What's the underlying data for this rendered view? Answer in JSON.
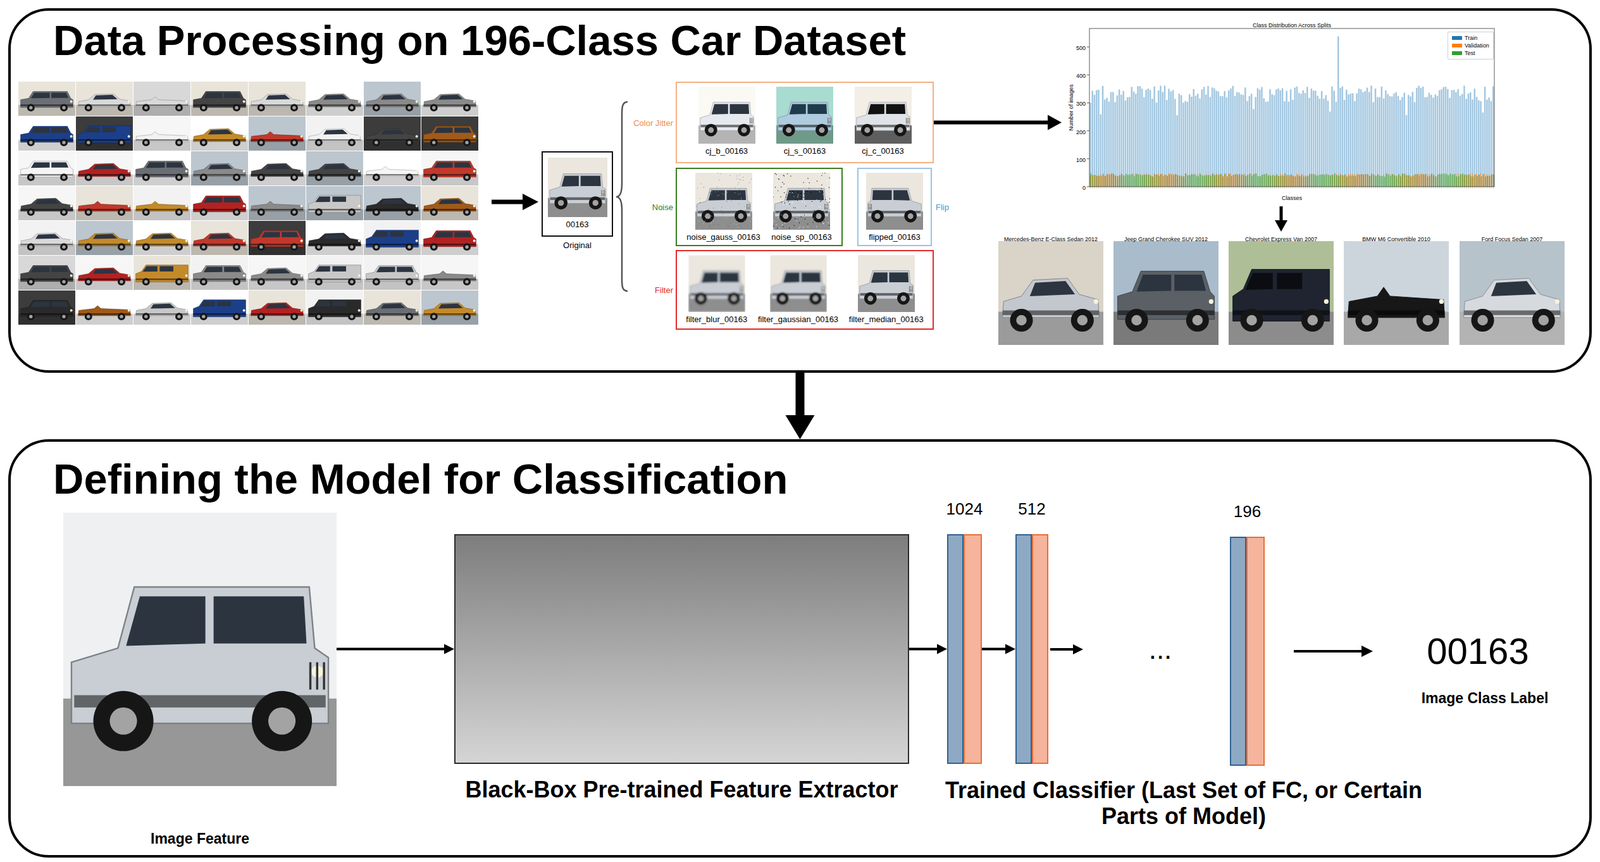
{
  "diagram": {
    "nodes": [
      {
        "text": [
          "Data Processing on 196-Class Car Dataset"
        ]
      },
      {
        "text": [
          "00163",
          "Original"
        ],
        "in": 0
      },
      {
        "text": [
          "Color Jitter"
        ],
        "in": 0
      },
      {
        "text": [
          "cj_b_00163"
        ],
        "in": 2
      },
      {
        "text": [
          "cj_s_00163"
        ],
        "in": 2
      },
      {
        "text": [
          "cj_c_00163"
        ],
        "in": 2
      },
      {
        "text": [
          "Noise"
        ],
        "in": 0
      },
      {
        "text": [
          "noise_gauss_00163"
        ],
        "in": 6
      },
      {
        "text": [
          "noise_sp_00163"
        ],
        "in": 6
      },
      {
        "text": [
          "Flip"
        ],
        "in": 0
      },
      {
        "text": [
          "flipped_00163"
        ],
        "in": 9
      },
      {
        "text": [
          "Filter"
        ],
        "in": 0
      },
      {
        "text": [
          "filter_blur_00163"
        ],
        "in": 11
      },
      {
        "text": [
          "filter_gaussian_00163"
        ],
        "in": 11
      },
      {
        "text": [
          "filter_median_00163"
        ],
        "in": 11
      },
      {
        "text": [
          "Class Distribution Across Splits"
        ],
        "in": 0
      },
      {
        "text": [
          "Mercedes-Benz E-Class Sedan 2012"
        ],
        "in": 0
      },
      {
        "text": [
          "Jeep Grand Cherokee SUV 2012"
        ],
        "in": 0
      },
      {
        "text": [
          "Chevrolet Express Van 2007"
        ],
        "in": 0
      },
      {
        "text": [
          "BMW M6 Convertible 2010"
        ],
        "in": 0
      },
      {
        "text": [
          "Ford Focus Sedan 2007"
        ],
        "in": 0
      },
      {
        "text": [
          "Defining the Model for Classification"
        ]
      },
      {
        "text": [
          "Image Feature"
        ],
        "in": 21
      },
      {
        "text": [
          "Black-Box Pre-trained Feature Extractor"
        ],
        "in": 21
      },
      {
        "text": [
          "1024"
        ],
        "in": 21
      },
      {
        "text": [
          "512"
        ],
        "in": 21
      },
      {
        "text": [
          "196"
        ],
        "in": 21
      }
    ],
    "edges": [
      {
        "from": 2,
        "to": 15,
        "arrow": "to"
      },
      {
        "from": 15,
        "to": 18,
        "arrow": "to"
      },
      {
        "from": 0,
        "to": 21,
        "arrow": "to"
      },
      {
        "from": 22,
        "to": 23,
        "arrow": "to"
      },
      {
        "from": 23,
        "to": 24,
        "arrow": "to"
      },
      {
        "from": 24,
        "to": 25,
        "arrow": "to"
      }
    ],
    "labels": [
      "Number of images",
      "Classes",
      "0",
      "100",
      "200",
      "300",
      "400",
      "500",
      "...",
      "Trained Classifier (Last Set of FC, or Certain Parts of Model)",
      "00163",
      "Image Class Label"
    ],
    "legend": [
      {
        "text": "Train",
        "color": "#1f77b4"
      },
      {
        "text": "Validation",
        "color": "#ff7f0e"
      },
      {
        "text": "Test",
        "color": "#2ca02c"
      }
    ]
  }
}
